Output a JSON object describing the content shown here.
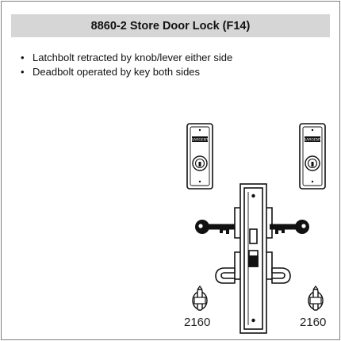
{
  "document": {
    "title": "8860-2 Store Door Lock (F14)",
    "bullets": [
      "Latchbolt retracted by knob/lever either side",
      "Deadbolt operated by key both sides"
    ],
    "diagram": {
      "left_label": "2160",
      "right_label": "2160",
      "escutcheon_badge": "SARGENT",
      "icons": [
        "lock-body-icon",
        "cylinder-escutcheon-icon",
        "key-icon",
        "lever-icon",
        "thumb-turn-icon"
      ]
    }
  },
  "colors": {
    "title_bar_bg": "#d6d6d6",
    "line": "#111111"
  }
}
